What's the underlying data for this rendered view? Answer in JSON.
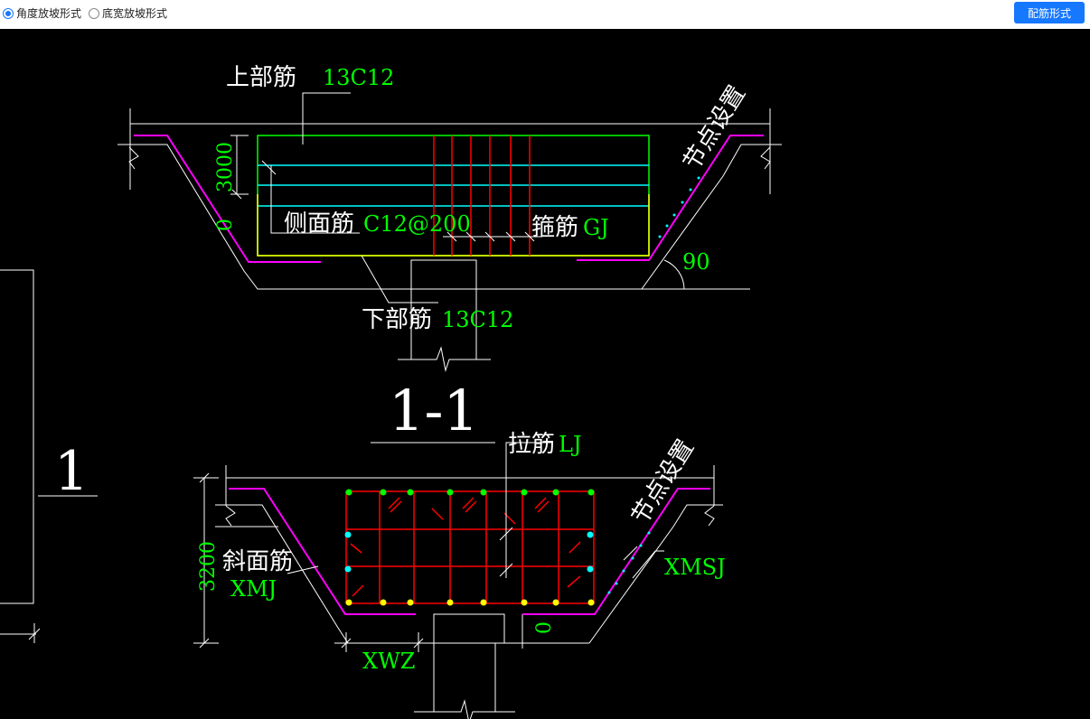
{
  "toolbar": {
    "options": [
      {
        "label": "角度放坡形式",
        "checked": true
      },
      {
        "label": "底宽放坡形式",
        "checked": false
      }
    ],
    "apply_button": "配筋形式"
  },
  "drawing": {
    "top_bar_label": "上部筋",
    "top_bar_value": "13C12",
    "height_dim": "3000",
    "zero_dim_top": "0",
    "side_bar_label": "侧面筋",
    "side_bar_value": "C12@200",
    "stirrup_label": "箍筋",
    "stirrup_value": "GJ",
    "node_setting_top": "节点设置",
    "angle_value": "90",
    "bottom_bar_label": "下部筋",
    "bottom_bar_value": "13C12",
    "section_title": "1-1",
    "left_section_mark": "1",
    "tie_bar_label": "拉筋",
    "tie_bar_value": "LJ",
    "node_setting_bottom": "节点设置",
    "height_dim_bottom": "3200",
    "slope_bar_label": "斜面筋",
    "slope_bar_value": "XMJ",
    "slope_tie_value": "XMSJ",
    "zero_dim_bottom": "0",
    "slope_width_value": "XWZ"
  },
  "colors": {
    "white": "#ffffff",
    "green": "#00ff00",
    "cyan": "#00ffff",
    "red": "#ff0000",
    "yellow": "#ffff00",
    "magenta": "#ff00ff",
    "accent": "#1677ff"
  }
}
